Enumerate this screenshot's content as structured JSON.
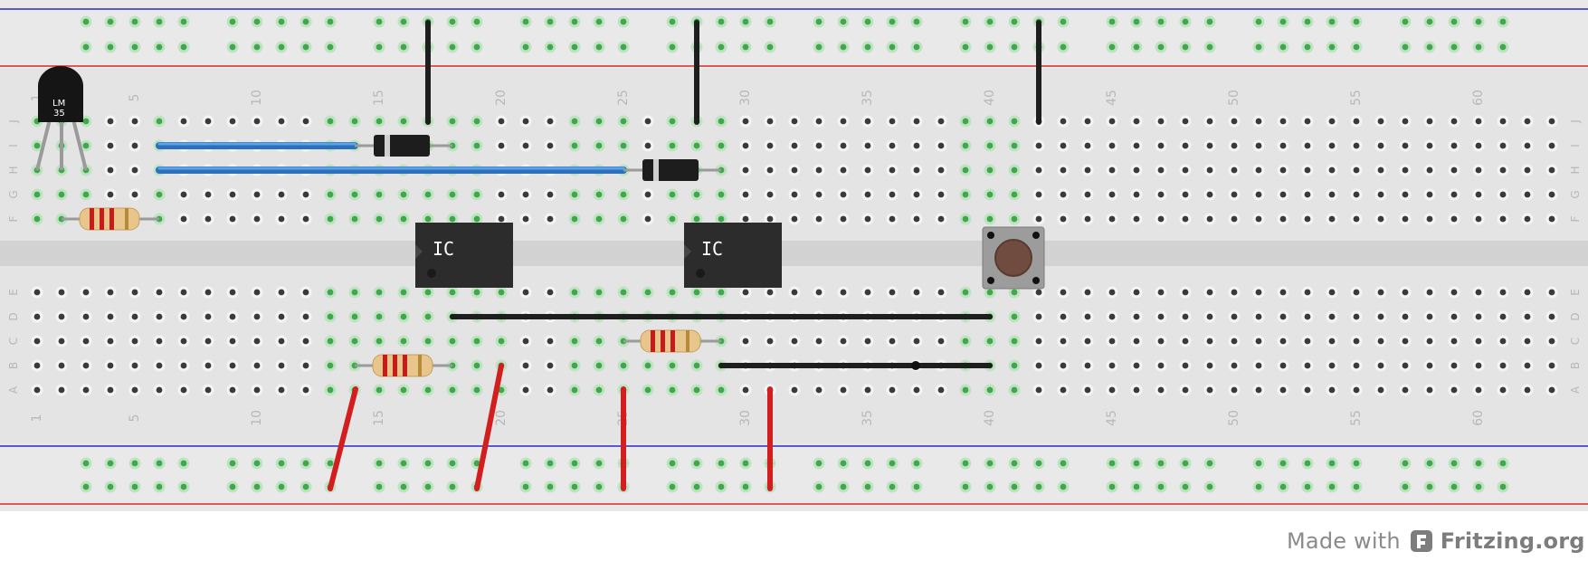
{
  "footer": {
    "made_with": "Made with",
    "brand": "Fritzing.org"
  },
  "breadboard": {
    "row_labels": [
      "J",
      "I",
      "H",
      "G",
      "F",
      "E",
      "D",
      "C",
      "B",
      "A"
    ],
    "column_labels": [
      "1",
      "5",
      "10",
      "15",
      "20",
      "25",
      "30",
      "35",
      "40",
      "45",
      "50",
      "55",
      "60"
    ],
    "columns": 63
  },
  "components": {
    "sensor_label_line1": "LM",
    "sensor_label_line2": "35",
    "ic1_label": "IC",
    "ic2_label": "IC"
  },
  "colors": {
    "board": "#e6e6e6",
    "rail_blue": "#2a2ac8",
    "rail_red": "#d42a2a",
    "hole": "#3a3a3a",
    "hole_active": "#3fa84a",
    "wire_blue": "#3a86d8",
    "wire_red": "#d21e1e",
    "wire_black": "#222222",
    "chip": "#2c2c2c"
  }
}
